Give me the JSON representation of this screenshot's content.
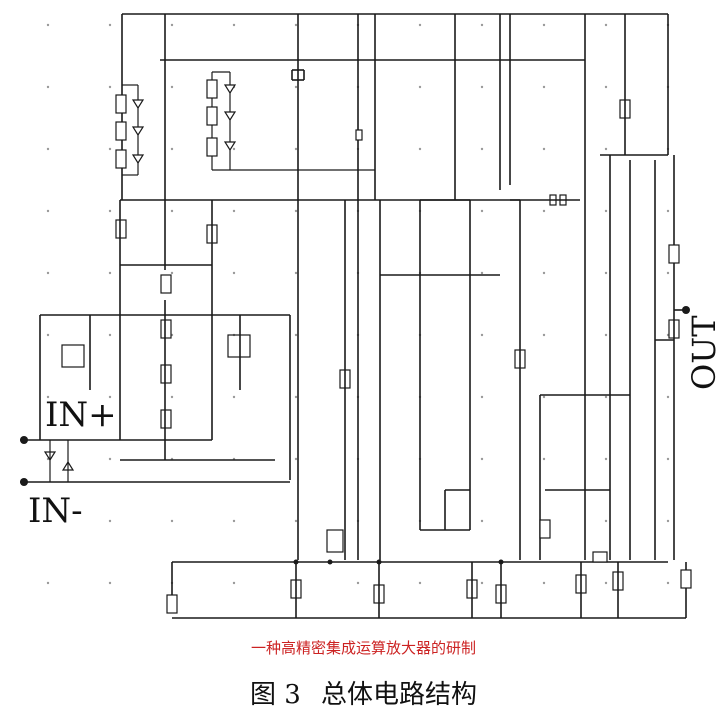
{
  "labels": {
    "in_plus": "IN+",
    "in_minus": "IN-",
    "out": "OUT"
  },
  "watermark": "一种高精密集成运算放大器的研制",
  "caption": {
    "number": "图 3",
    "title": "总体电路结构"
  },
  "colors": {
    "line": "#1a1a1a",
    "watermark": "#cc2222",
    "grid_dot": "#9a9a9a"
  }
}
